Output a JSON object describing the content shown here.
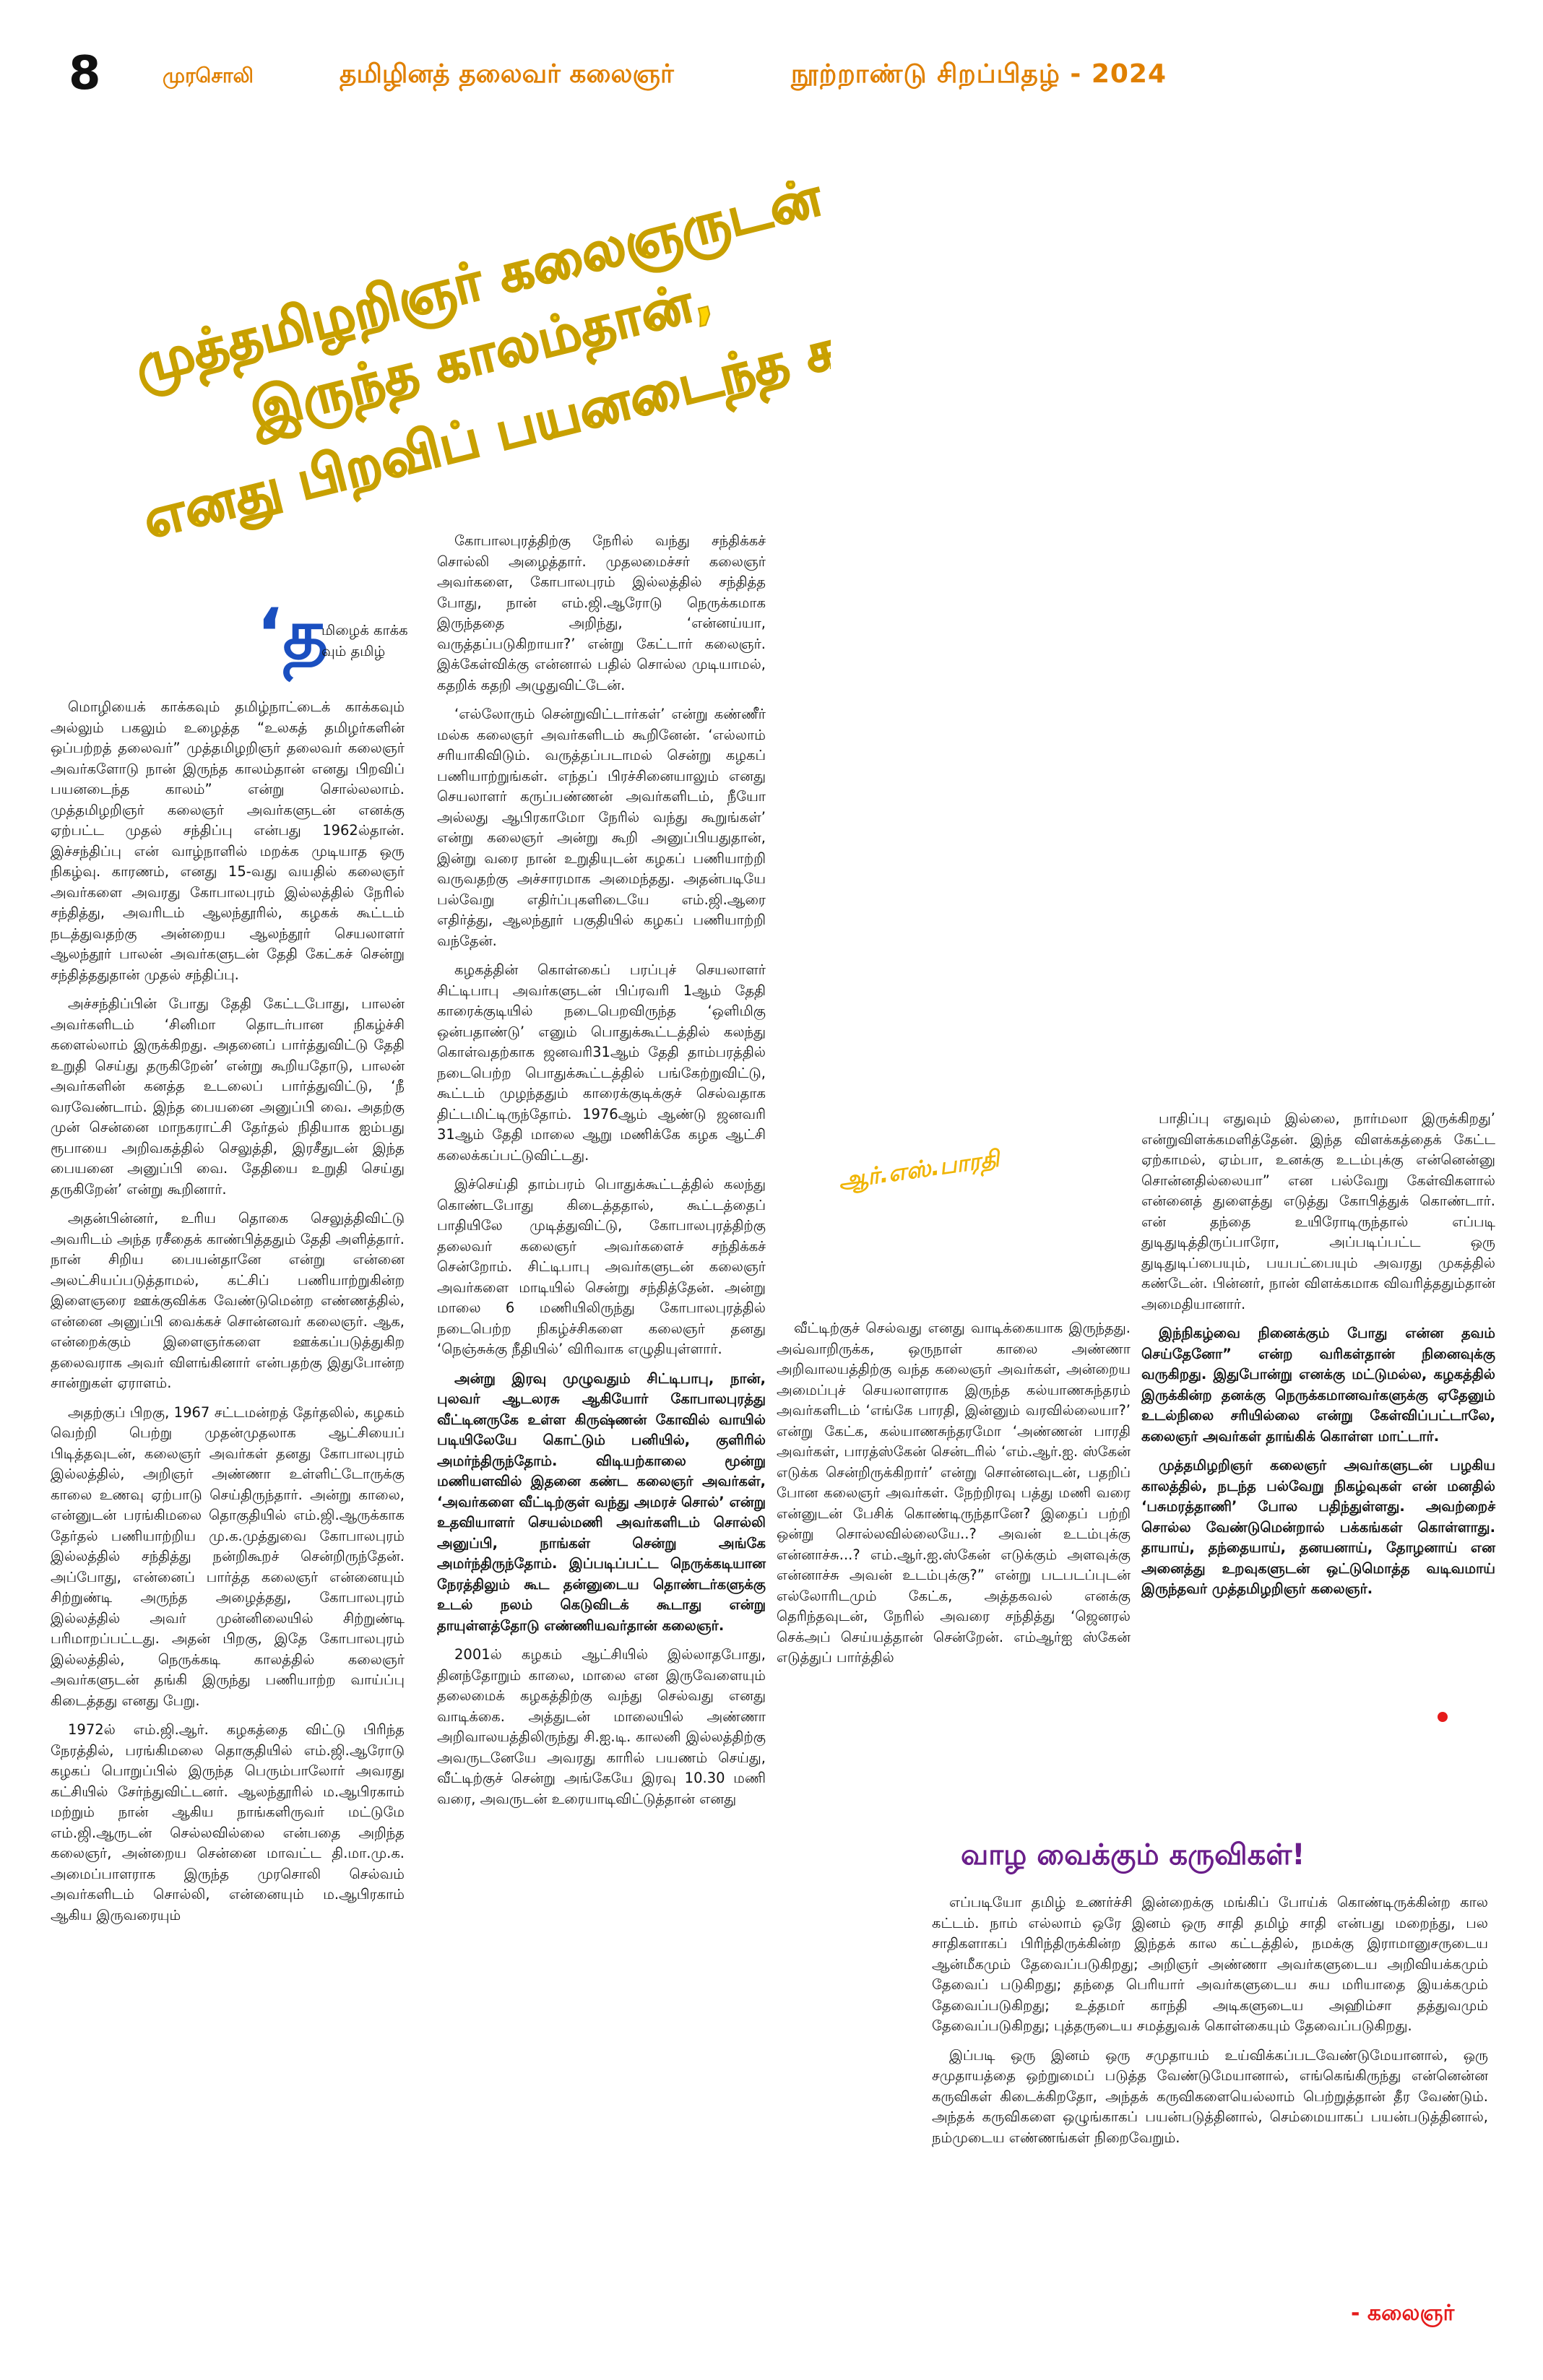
{
  "header": {
    "page_number": "8",
    "paper_name": "முரசொலி",
    "title": "தமிழினத் தலைவர் கலைஞர்",
    "subtitle": "நூற்றாண்டு சிறப்பிதழ் - 2024"
  },
  "headline": {
    "line1": "முத்தமிழறிஞர் கலைஞருடன்",
    "line2": "இருந்த காலம்தான்,",
    "line3": "எனது பிறவிப் பயனடைந்த காலம்!"
  },
  "byline": "ஆர்.எஸ்.பாரதி",
  "article": {
    "dropcap": "‘த",
    "intro": "மிழைக் காக்க வும் தமிழ்",
    "col1": [
      "மொழியைக் காக்கவும் தமிழ்நாட்டைக் காக்கவும் அல்லும் பகலும் உழைத்த “உலகத் தமிழர்களின் ஒப்பற்றத் தலைவர்” முத்தமிழறிஞர் தலைவர் கலைஞர் அவர்களோடு நான் இருந்த காலம்தான் எனது பிறவிப் பயனடைந்த காலம்” என்று சொல்லலாம். முத்தமிழறிஞர் கலைஞர் அவர்களுடன் எனக்கு ஏற்பட்ட முதல் சந்திப்பு என்பது 1962ல்தான். இச்சந்திப்பு என் வாழ்நாளில் மறக்க முடியாத ஒரு நிகழ்வு. காரணம், எனது 15-வது வயதில் கலைஞர் அவர்களை அவரது கோபாலபுரம் இல்லத்தில் நேரில் சந்தித்து, அவரிடம் ஆலந்தூரில், கழகக் கூட்டம் நடத்துவதற்கு அன்றைய ஆலந்தூர் செயலாளர் ஆலந்தூர் பாலன் அவர்களுடன் தேதி கேட்கச் சென்று சந்தித்ததுதான் முதல் சந்திப்பு.",
      "அச்சந்திப்பின் போது தேதி கேட்டபோது, பாலன் அவர்களிடம் ‘சினிமா தொடர்பான நிகழ்ச்சி களைல்லாம் இருக்கிறது. அதனைப் பார்த்துவிட்டு தேதி உறுதி செய்து தருகிறேன்’ என்று கூறியதோடு, பாலன் அவர்களின் கனத்த உடலைப் பார்த்துவிட்டு, ‘நீ வரவேண்டாம். இந்த பையனை அனுப்பி வை. அதற்கு முன் சென்னை மாநகராட்சி தேர்தல் நிதியாக ஐம்பது ரூபாயை அறிவகத்தில் செலுத்தி, இரசீதுடன் இந்த பையனை அனுப்பி வை. தேதியை உறுதி செய்து தருகிறேன்’ என்று கூறினார்.",
      "அதன்பின்னர், உரிய தொகை செலுத்திவிட்டு அவரிடம் அந்த ரசீதைக் காண்பித்ததும் தேதி அளித்தார். நான் சிறிய பையன்தானே என்று என்னை அலட்சியப்படுத்தாமல், கட்சிப் பணியாற்றுகின்ற இளைஞரை ஊக்குவிக்க வேண்டுமென்ற எண்ணத்தில், என்னை அனுப்பி வைக்கச் சொன்னவர் கலைஞர். ஆக, என்றைக்கும் இளைஞர்களை ஊக்கப்படுத்துகிற தலைவராக அவர் விளங்கினார் என்பதற்கு இதுபோன்ற சான்றுகள் ஏராளம்.",
      "அதற்குப் பிறகு, 1967 சட்டமன்றத் தேர்தலில், கழகம் வெற்றி பெற்று முதன்முதலாக ஆட்சியைப் பிடித்தவுடன், கலைஞர் அவர்கள் தனது கோபாலபுரம் இல்லத்தில், அறிஞர் அண்ணா உள்ளிட்டோருக்கு காலை உணவு ஏற்பாடு செய்திருந்தார். அன்று காலை, என்னுடன் பரங்கிமலை தொகுதியில் எம்.ஜி.ஆருக்காக தேர்தல் பணியாற்றிய மு.க.முத்துவை கோபாலபுரம் இல்லத்தில் சந்தித்து நன்றிகூறச் சென்றிருந்தேன். அப்போது, என்னைப் பார்த்த கலைஞர் என்னையும் சிற்றுண்டி அருந்த அழைத்தது, கோபாலபுரம் இல்லத்தில் அவர் முன்னிலையில் சிற்றுண்டி பரிமாறப்பட்டது. அதன் பிறகு, இதே கோபாலபுரம் இல்லத்தில், நெருக்கடி காலத்தில் கலைஞர் அவர்களுடன் தங்கி இருந்து பணியாற்ற வாய்ப்பு கிடைத்தது எனது பேறு.",
      "1972ல் எம்.ஜி.ஆர். கழகத்தை விட்டு பிரிந்த நேரத்தில், பரங்கிமலை தொகுதியில் எம்.ஜி.ஆரோடு கழகப் பொறுப்பில் இருந்த பெரும்பாலோர் அவரது கட்சியில் சேர்ந்துவிட்டனர். ஆலந்தூரில் ம.ஆபிரகாம் மற்றும் நான் ஆகிய நாங்களிருவர் மட்டுமே எம்.ஜி.ஆருடன் செல்லவில்லை என்பதை அறிந்த கலைஞர், அன்றைய சென்னை மாவட்ட தி.மா.மு.க. அமைப்பாளராக இருந்த முரசொலி செல்வம் அவர்களிடம் சொல்லி, என்னையும் ம.ஆபிரகாம் ஆகிய இருவரையும்"
    ],
    "col2": [
      "கோபாலபுரத்திற்கு நேரில் வந்து சந்திக்கச் சொல்லி அழைத்தார். முதலமைச்சர் கலைஞர் அவர்களை, கோபாலபுரம் இல்லத்தில் சந்தித்த போது, நான் எம்.ஜி.ஆரோடு நெருக்கமாக இருந்ததை அறிந்து, ‘என்னய்யா, வருத்தப்படுகிறாயா?’ என்று கேட்டார் கலைஞர். இக்கேள்விக்கு என்னால் பதில் சொல்ல முடியாமல், கதறிக் கதறி அழுதுவிட்டேன்.",
      "‘எல்லோரும் சென்றுவிட்டார்கள்’ என்று கண்ணீர் மல்க கலைஞர் அவர்களிடம் கூறினேன். ‘எல்லாம் சரியாகிவிடும். வருத்தப்படாமல் சென்று கழகப் பணியாற்றுங்கள். எந்தப் பிரச்சினையாலும் எனது செயலாளர் கருப்பண்ணன் அவர்களிடம், நீயோ அல்லது ஆபிரகாமோ நேரில் வந்து கூறுங்கள்’ என்று கலைஞர் அன்று கூறி அனுப்பியதுதான், இன்று வரை நான் உறுதியுடன் கழகப் பணியாற்றி வருவதற்கு அச்சாரமாக அமைந்தது. அதன்படியே பல்வேறு எதிர்ப்புகளிடையே எம்.ஜி.ஆரை எதிர்த்து, ஆலந்தூர் பகுதியில் கழகப் பணியாற்றி வந்தேன்.",
      "கழகத்தின் கொள்கைப் பரப்புச் செயலாளர் சிட்டிபாபு அவர்களுடன் பிப்ரவரி 1ஆம் தேதி காரைக்குடியில் நடைபெறவிருந்த ‘ஒளிமிகு ஒன்பதாண்டு’ எனும் பொதுக்கூட்டத்தில் கலந்து கொள்வதற்காக ஜனவரி31ஆம் தேதி தாம்பரத்தில் நடைபெற்ற பொதுக்கூட்டத்தில் பங்கேற்றுவிட்டு, கூட்டம் முழந்ததும் காரைக்குடிக்குச் செல்வதாக திட்டமிட்டிருந்தோம். 1976ஆம் ஆண்டு ஜனவரி 31ஆம் தேதி மாலை ஆறு மணிக்கே கழக ஆட்சி கலைக்கப்பட்டுவிட்டது.",
      "இச்செய்தி தாம்பரம் பொதுக்கூட்டத்தில் கலந்து கொண்டபோது கிடைத்ததால், கூட்டத்தைப் பாதியிலே முடித்துவிட்டு, கோபாலபுரத்திற்கு தலைவர் கலைஞர் அவர்களைச் சந்திக்கச் சென்றோம். சிட்டிபாபு அவர்களுடன் கலைஞர் அவர்களை மாடியில் சென்று சந்தித்தேன். அன்று மாலை 6 மணியிலிருந்து கோபாலபுரத்தில் நடைபெற்ற நிகழ்ச்சிகளை கலைஞர் தனது ‘நெஞ்சுக்கு நீதியில்’ விரிவாக எழுதியுள்ளார்.",
      "அன்று இரவு முழுவதும் சிட்டிபாபு, நான், புலவர் ஆடலரசு ஆகியோர் கோபாலபுரத்து வீட்டினருகே உள்ள கிருஷ்ணன் கோவில் வாயில் படியிலேயே கொட்டும் பனியில், குளிரில் அமர்ந்திருந்தோம். விடியற்காலை மூன்று மணியளவில் இதனை கண்ட கலைஞர் அவர்கள், ‘அவர்களை வீட்டிற்குள் வந்து அமரச் சொல்’ என்று உதவியாளர் செயல்மணி அவர்களிடம் சொல்லி அனுப்பி, நாங்கள் சென்று அங்கே அமர்ந்திருந்தோம். இப்படிப்பட்ட நெருக்கடியான நேரத்திலும் கூட தன்னுடைய தொண்டர்களுக்கு உடல் நலம் கெடுவிடக் கூடாது என்று தாயுள்ளத்தோடு எண்ணியவர்தான் கலைஞர்.",
      "2001ல் கழகம் ஆட்சியில் இல்லாதபோது, தினந்தோறும் காலை, மாலை என இருவேளையும் தலைமைக் கழகத்திற்கு வந்து செல்வது எனது வாடிக்கை. அத்துடன் மாலையில் அண்ணா அறிவாலயத்திலிருந்து சி.ஐ.டி. காலனி இல்லத்திற்கு அவருடனேயே அவரது காரில் பயணம் செய்து, வீட்டிற்குச் சென்று அங்கேயே இரவு 10.30 மணி வரை, அவருடன் உரையாடிவிட்டுத்தான் எனது"
    ],
    "col3": [
      "வீட்டிற்குச் செல்வது எனது வாடிக்கையாக இருந்தது. அவ்வாறிருக்க, ஒருநாள் காலை அண்ணா அறிவாலயத்திற்கு வந்த கலைஞர் அவர்கள், அன்றைய அமைப்புச் செயலாளராக இருந்த கல்யாணசுந்தரம் அவர்களிடம் ‘எங்கே பாரதி, இன்னும் வரவில்லையா?’ என்று கேட்க, கல்யாணசுந்தரமோ ‘அண்ணன் பாரதி அவர்கள், பாரத்ஸ்கேன் சென்டரில் ‘எம்.ஆர்.ஐ. ஸ்கேன் எடுக்க சென்றிருக்கிறார்’ என்று சொன்னவுடன், பதறிப் போன கலைஞர் அவர்கள். நேற்றிரவு பத்து மணி வரை என்னுடன் பேசிக் கொண்டிருந்தானே? இதைப் பற்றி ஒன்று சொல்லவில்லையே..? அவன் உடம்புக்கு என்னாச்சு...? எம்.ஆர்.ஐ.ஸ்கேன் எடுக்கும் அளவுக்கு என்னாச்சு அவன் உடம்புக்கு?” என்று படபடப்புடன் எல்லோரிடமும் கேட்க, அத்தகவல் எனக்கு தெரிந்தவுடன், நேரில் அவரை சந்தித்து ‘ஜெனரல் செக்அப் செய்யத்தான் சென்றேன். எம்ஆர்ஐ ஸ்கேன் எடுத்துப் பார்த்தில்"
    ],
    "col4": [
      "பாதிப்பு எதுவும் இல்லை, நார்மலா இருக்கிறது’ என்றுவிளக்கமளித்தேன். இந்த விளக்கத்தைக் கேட்ட ஏற்காமல், ஏம்பா, உனக்கு உடம்புக்கு என்னென்னு சொன்னதில்லையா” என பல்வேறு கேள்விகளால் என்னைத் துளைத்து எடுத்து கோபித்துக் கொண்டார். என் தந்தை உயிரோடிருந்தால் எப்படி துடிதுடித்திருப்பாரோ, அப்படிப்பட்ட ஒரு துடிதுடிப்பையும், பயபட்பையும் அவரது முகத்தில் கண்டேன். பின்னர், நான் விளக்கமாக விவரித்ததும்தான் அமைதியானார்.",
      "இந்நிகழ்வை நினைக்கும் போது என்ன தவம் செய்தேனோ” என்ற வரிகள்தான் நினைவுக்கு வருகிறது. இதுபோன்று எனக்கு மட்டுமல்ல, கழகத்தில் இருக்கின்ற தனக்கு நெருக்கமானவர்களுக்கு ஏதேனும் உடல்நிலை சரியில்லை என்று கேள்விப்பட்டாலே, கலைஞர் அவர்கள் தாங்கிக் கொள்ள மாட்டார்.",
      "முத்தமிழறிஞர் கலைஞர் அவர்களுடன் பழகிய காலத்தில், நடந்த பல்வேறு நிகழ்வுகள் என் மனதில் ‘பசுமரத்தாணி’ போல பதிந்துள்ளது. அவற்றைச் சொல்ல வேண்டுமென்றால் பக்கங்கள் கொள்ளாது. தாயாய், தந்தையாய், தனயனாய், தோழனாய் என அனைத்து உறவுகளுடன் ஒட்டுமொத்த வடிவமாய் இருந்தவர் முத்தமிழறிஞர் கலைஞர்."
    ]
  },
  "box": {
    "title": "வாழ வைக்கும் கருவிகள்!",
    "paragraphs": [
      "எப்படியோ தமிழ் உணர்ச்சி இன்றைக்கு மங்கிப் போய்க் கொண்டிருக்கின்ற கால கட்டம். நாம் எல்லாம் ஒரே இனம் ஒரு சாதி தமிழ் சாதி என்பது மறைந்து, பல சாதிகளாகப் பிரிந்திருக்கின்ற இந்தக் கால கட்டத்தில், நமக்கு இராமானுசருடைய ஆன்மீகமும் தேவைப்படுகிறது; அறிஞர் அண்ணா அவர்களுடைய அறிவியக்கமும் தேவைப் படுகிறது; தந்தை பெரியார் அவர்களுடைய சுய மரியாதை இயக்கமும் தேவைப்படுகிறது; உத்தமர் காந்தி அடிகளுடைய அஹிம்சா தத்துவமும் தேவைப்படுகிறது; புத்தருடைய சமத்துவக் கொள்கையும் தேவைப்படுகிறது.",
      "இப்படி ஒரு இனம் ஒரு சமுதாயம் உய்விக்கப்படவேண்டுமேயானால், ஒரு சமுதாயத்தை ஒற்றுமைப் படுத்த வேண்டுமேயானால், எங்கெங்கிருந்து என்னென்ன கருவிகள் கிடைக்கிறதோ, அந்தக் கருவிகளையெல்லாம் பெற்றுத்தான் தீர வேண்டும். அந்தக் கருவிகளை ஒழுங்காகப் பயன்படுத்தினால், செம்மையாகப் பயன்படுத்தினால், நம்முடைய எண்ணங்கள் நிறைவேறும்."
    ],
    "signature": "- கலைஞர்"
  },
  "colors": {
    "headline_fill": "#ffd400",
    "headline_stroke": "#c8a000",
    "accent": "#e08000",
    "box_title": "#6a1e8a",
    "dropcap": "#1a4fc0",
    "signature": "#e51b1b"
  }
}
